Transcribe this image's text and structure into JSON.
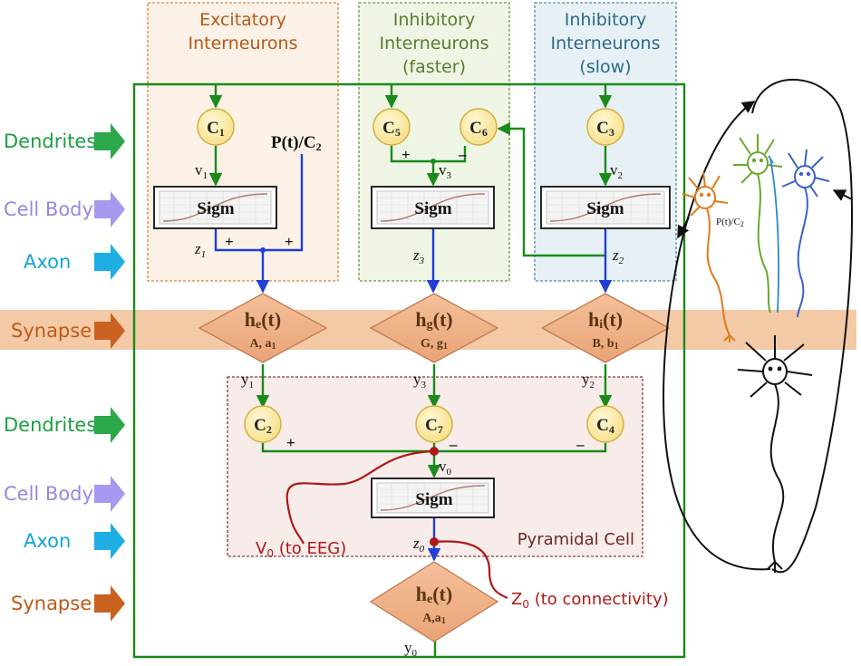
{
  "columns": {
    "excitatory": [
      "Excitatory",
      "Interneurons"
    ],
    "inhibitory_fast": [
      "Inhibitory",
      "Interneurons",
      "(faster)"
    ],
    "inhibitory_slow": [
      "Inhibitory",
      "Interneurons",
      "(slow)"
    ]
  },
  "left_labels": {
    "dendrites_top": "Dendrites",
    "cell_body_top": "Cell Body",
    "axon_top": "Axon",
    "synapse_top": "Synapse",
    "dendrites_bottom": "Dendrites",
    "cell_body_bottom": "Cell Body",
    "axon_bottom": "Axon",
    "synapse_bottom": "Synapse"
  },
  "nodes": {
    "c1": {
      "base": "C",
      "sub": "1"
    },
    "c2": {
      "base": "C",
      "sub": "2"
    },
    "c3": {
      "base": "C",
      "sub": "3"
    },
    "c4": {
      "base": "C",
      "sub": "4"
    },
    "c5": {
      "base": "C",
      "sub": "5"
    },
    "c6": {
      "base": "C",
      "sub": "6"
    },
    "c7": {
      "base": "C",
      "sub": "7"
    }
  },
  "sigm_label": "Sigm",
  "input": {
    "base": "P(t)/C",
    "sub": "2"
  },
  "synapses": {
    "he_top": {
      "base": "h",
      "sub": "e",
      "suffix": "(t)",
      "params": "A, a",
      "psub": "1"
    },
    "hg": {
      "base": "h",
      "sub": "g",
      "suffix": "(t)",
      "params": "G, g",
      "psub": "1"
    },
    "hi": {
      "base": "h",
      "sub": "i",
      "suffix": "(t)",
      "params": "B, b",
      "psub": "1"
    },
    "he_bottom": {
      "base": "h",
      "sub": "e",
      "suffix": "(t)",
      "params": "A,a",
      "psub": "1"
    }
  },
  "variables": {
    "v1": {
      "base": "v",
      "sub": "1"
    },
    "v2": {
      "base": "v",
      "sub": "2"
    },
    "v3": {
      "base": "v",
      "sub": "3"
    },
    "v0": {
      "base": "v",
      "sub": "0"
    },
    "z1": {
      "base": "z",
      "sub": "1"
    },
    "z2": {
      "base": "z",
      "sub": "2"
    },
    "z3": {
      "base": "z",
      "sub": "3"
    },
    "z0": {
      "base": "z",
      "sub": "0"
    },
    "y1": {
      "base": "y",
      "sub": "1"
    },
    "y2": {
      "base": "y",
      "sub": "2"
    },
    "y3": {
      "base": "y",
      "sub": "3"
    },
    "y0": {
      "base": "y",
      "sub": "0"
    }
  },
  "signs": {
    "plus": "+",
    "minus": "–"
  },
  "pyramidal_label": "Pyramidal Cell",
  "outputs": {
    "v0_eeg": {
      "base": "V",
      "sub": "0",
      "rest": " (to EEG)"
    },
    "z0_conn": {
      "base": "Z",
      "sub": "0",
      "rest": " (to connectivity)"
    }
  },
  "neuron_label": {
    "base": "P(t)/C",
    "sub": "2"
  },
  "colors": {
    "green": "#1a8a1a",
    "blue": "#1f3fd6",
    "dark_red": "#b01818",
    "orange_text": "#b35a1a",
    "synapse_band": "#f3c9a6",
    "diamond_fill": "#f0b48c",
    "node_fill": "#fbeaa2",
    "node_stroke": "#d4b040"
  }
}
